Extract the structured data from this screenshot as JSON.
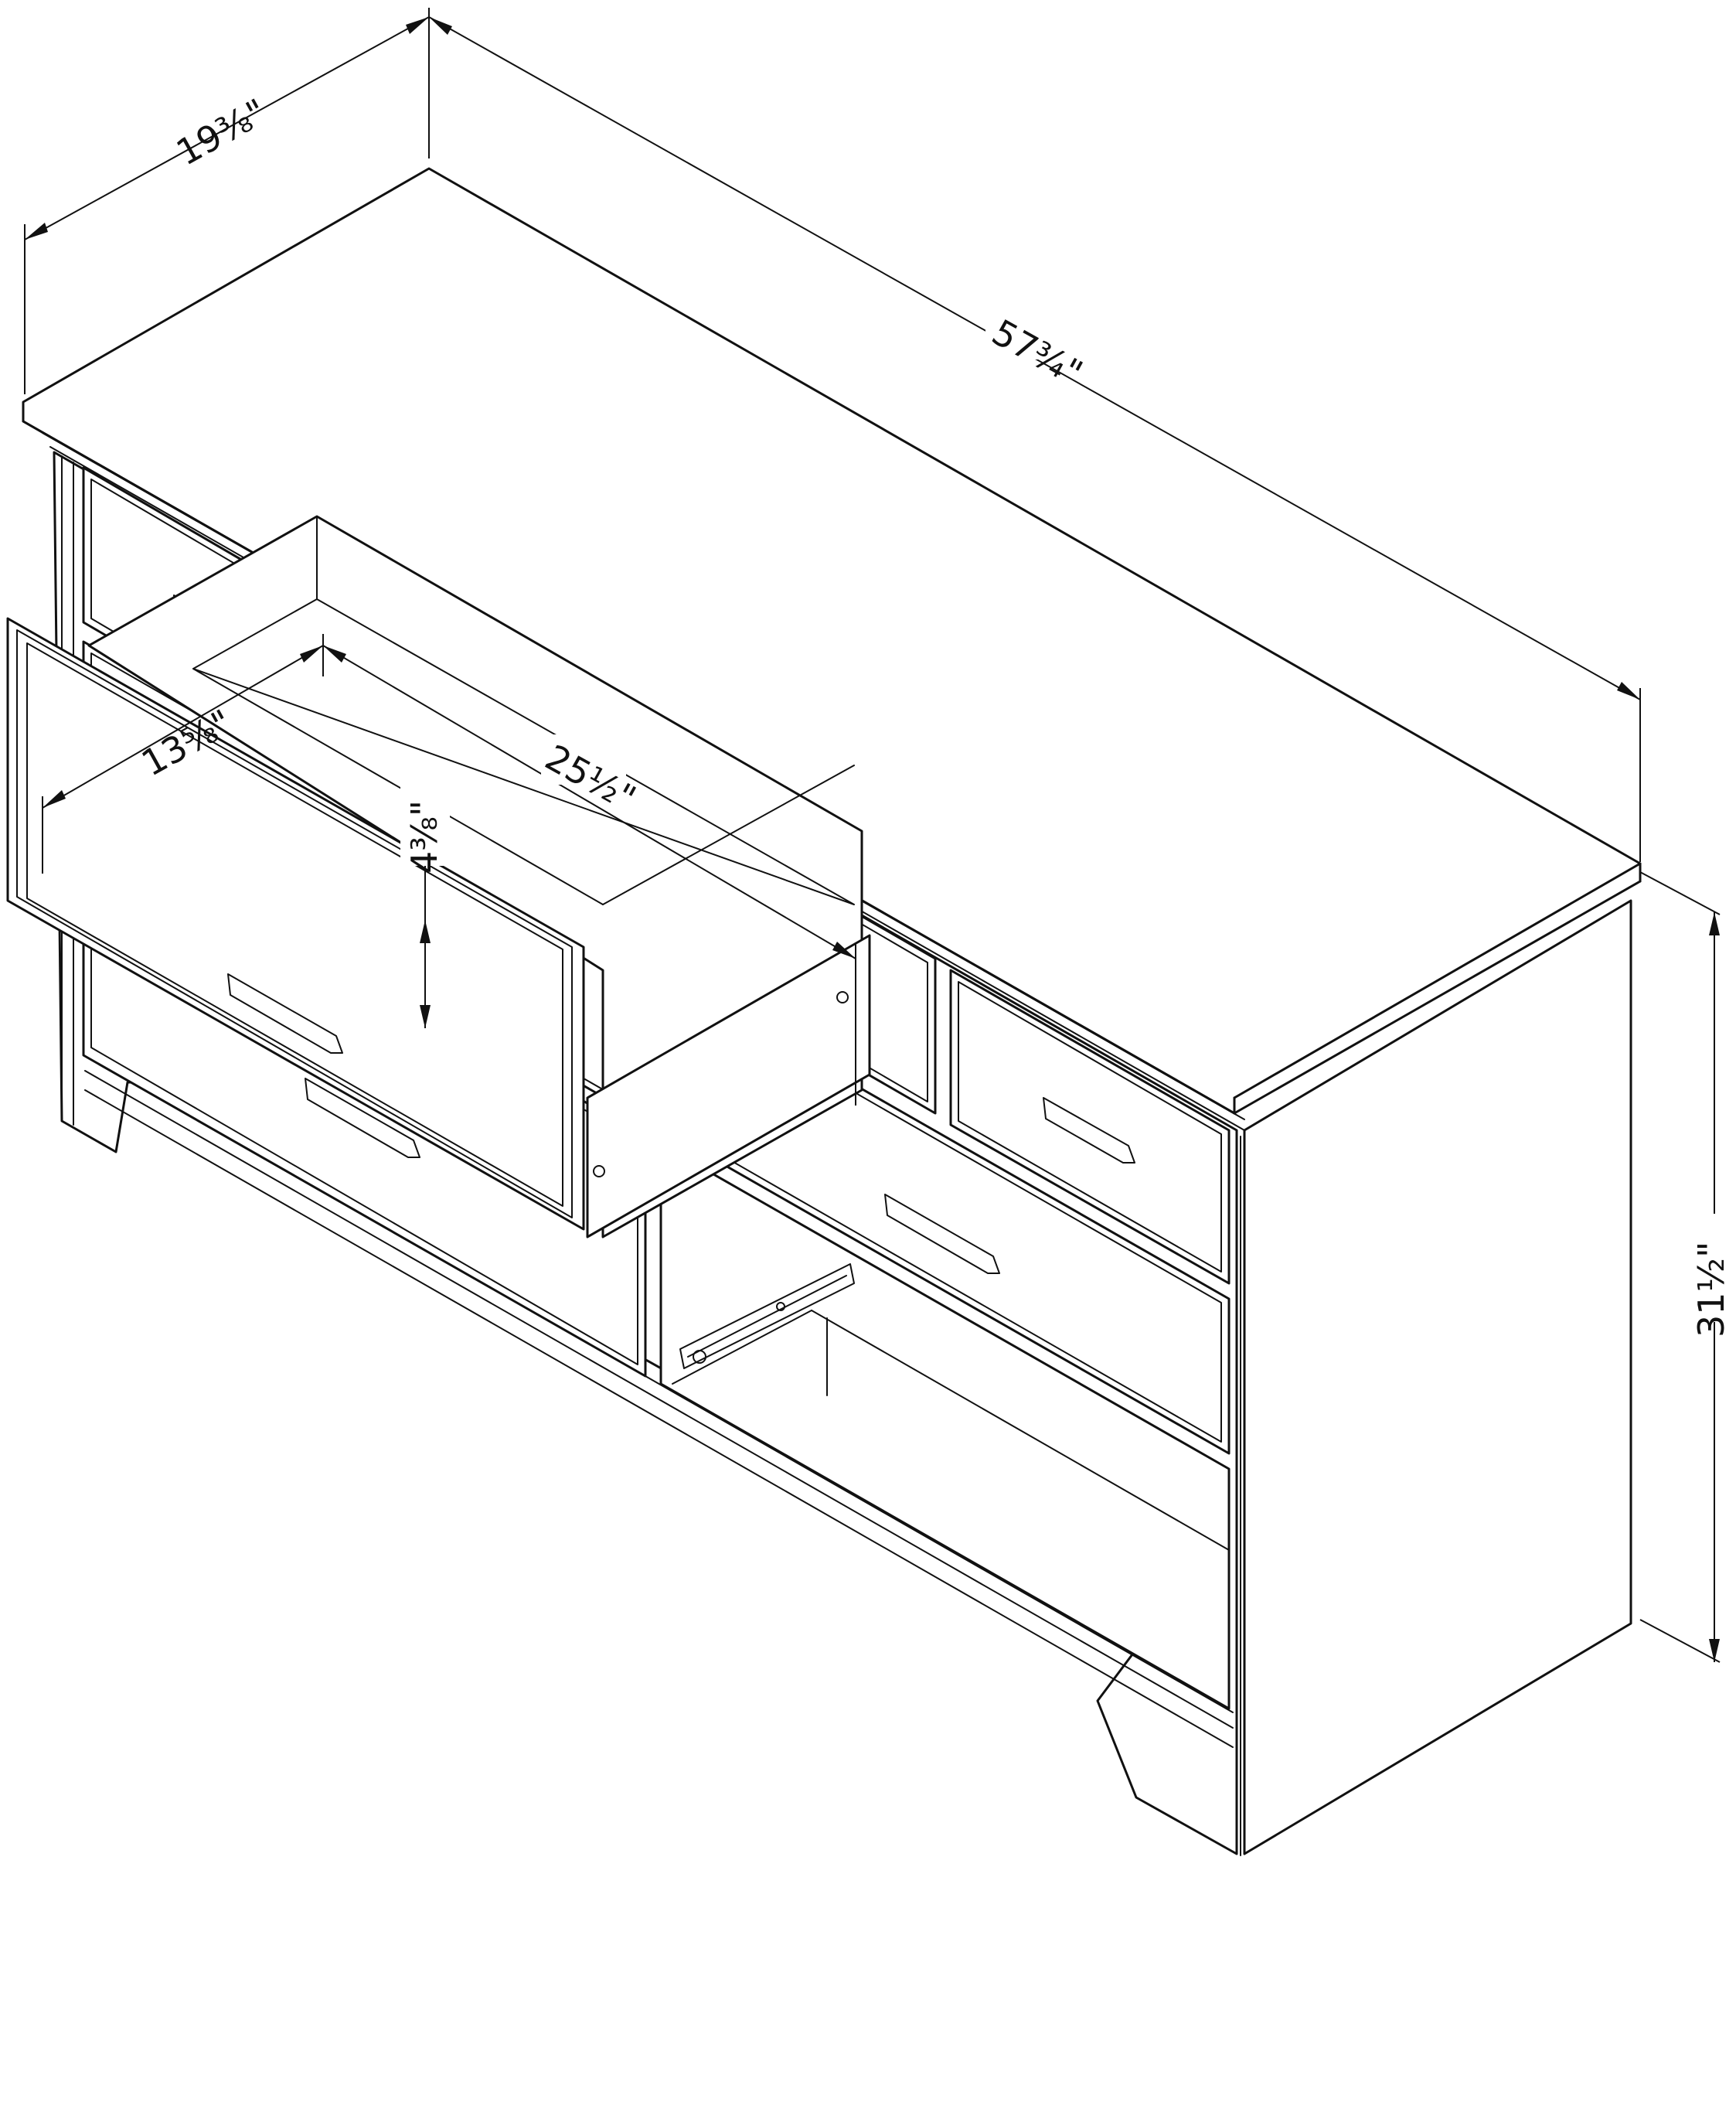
{
  "dimensions": {
    "depth": "19³⁄₈\"",
    "width": "57³⁄₄\"",
    "height": "31¹⁄₂\"",
    "drawer_depth": "13⁵⁄₈\"",
    "drawer_width": "25¹⁄₂\"",
    "drawer_height": "4³⁄₈\""
  }
}
